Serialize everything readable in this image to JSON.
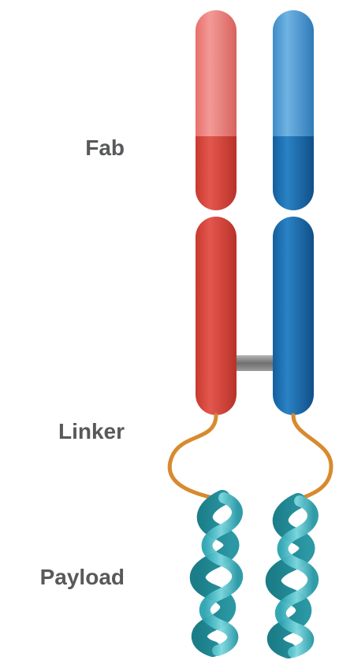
{
  "labels": {
    "fab": "Fab",
    "linker": "Linker",
    "payload": "Payload"
  },
  "colors": {
    "red_chain": "#d9534f",
    "red_chain_light": "#ef8a86",
    "blue_chain": "#1f6fb5",
    "blue_chain_light": "#5aa3d6",
    "disulfide_bond": "#8a8a8a",
    "linker": "#d88a2e",
    "helix": "#4bbfc9",
    "label_text": "#58595b"
  }
}
